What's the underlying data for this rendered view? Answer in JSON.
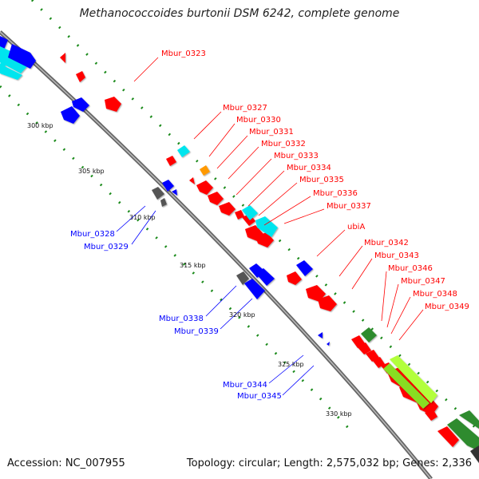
{
  "title": "Methanococcoides burtonii DSM 6242, complete genome",
  "accession": "Accession: NC_007955",
  "topology": "Topology: circular; Length: 2,575,032 bp; Genes: 2,336",
  "ticks": [
    "300 kbp",
    "305 kbp",
    "310 kbp",
    "315 kbp",
    "320 kbp",
    "325 kbp",
    "330 kbp"
  ],
  "labels_top": [
    "Mbur_0323",
    "Mbur_0327",
    "Mbur_0330",
    "Mbur_0331",
    "Mbur_0332",
    "Mbur_0333",
    "Mbur_0334",
    "Mbur_0335",
    "Mbur_0336",
    "Mbur_0337",
    "ubiA",
    "Mbur_0342",
    "Mbur_0343",
    "Mbur_0346",
    "Mbur_0347",
    "Mbur_0348",
    "Mbur_0349"
  ],
  "labels_bottom": [
    "Mbur_0328",
    "Mbur_0329",
    "Mbur_0338",
    "Mbur_0339",
    "Mbur_0344",
    "Mbur_0345"
  ],
  "colors": {
    "forward_gene": "#ff0000",
    "reverse_gene": "#0000ff",
    "cyan_gene": "#00ffff",
    "orange_gene": "#ff9900",
    "gray_gene": "#666666",
    "dark_green_gene": "#33a033",
    "light_green_gene": "#aaff33",
    "dotted_track": "#1a8a1a",
    "backbone": "#888888"
  }
}
